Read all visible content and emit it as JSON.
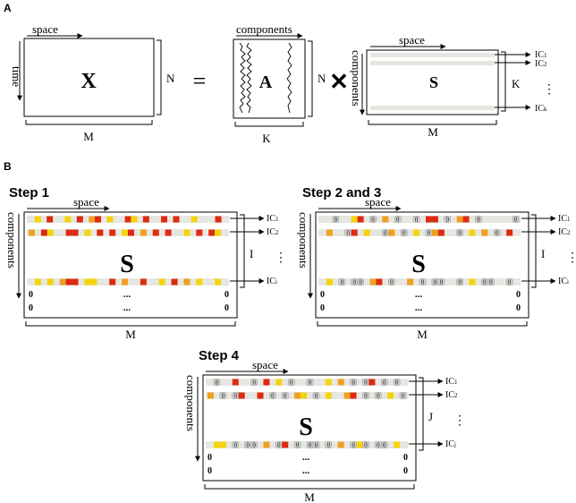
{
  "panel_a": {
    "letter": "A",
    "x_matrix": {
      "label": "X",
      "top_label": "space",
      "left_label": "time",
      "right_label": "N",
      "bottom_label": "M"
    },
    "equals": "=",
    "a_matrix": {
      "label": "A",
      "top_label": "components",
      "right_label": "N",
      "bottom_label": "K"
    },
    "times": "✕",
    "s_matrix": {
      "label": "S",
      "top_label": "space",
      "left_label": "components",
      "right_label": "K",
      "bottom_label": "M",
      "ic_labels": [
        {
          "main": "IC",
          "sub": "1"
        },
        {
          "main": "IC",
          "sub": "2"
        },
        {
          "main": "IC",
          "sub": "k"
        }
      ],
      "dots": "⋮"
    }
  },
  "panel_b": {
    "letter": "B",
    "steps": [
      {
        "title": "Step 1",
        "s_label": "S",
        "top_label": "space",
        "left_label": "components",
        "bottom_label": "M",
        "side_label": "I",
        "dots": "⋮",
        "ic_labels": [
          {
            "main": "IC",
            "sub": "1"
          },
          {
            "main": "IC",
            "sub": "2"
          },
          {
            "main": "IC",
            "sub": "i"
          }
        ],
        "zero": "0",
        "ellipsis": "..."
      },
      {
        "title": "Step 2 and 3",
        "s_label": "S",
        "top_label": "space",
        "left_label": "components",
        "bottom_label": "M",
        "side_label": "I",
        "dots": "⋮",
        "ic_labels": [
          {
            "main": "IC",
            "sub": "1"
          },
          {
            "main": "IC",
            "sub": "2"
          },
          {
            "main": "IC",
            "sub": "i"
          }
        ],
        "zero": "0",
        "ellipsis": "..."
      },
      {
        "title": "Step  4",
        "s_label": "S",
        "top_label": "space",
        "left_label": "components",
        "bottom_label": "M",
        "side_label": "J",
        "dots": "⋮",
        "ic_labels": [
          {
            "main": "IC",
            "sub": "1"
          },
          {
            "main": "IC",
            "sub": "2"
          },
          {
            "main": "IC",
            "sub": "j"
          }
        ],
        "zero": "0",
        "ellipsis": "..."
      }
    ]
  },
  "colors": {
    "red": "#dd2a10",
    "orange": "#f0a020",
    "yellow": "#f5d40c",
    "row_band": "#e7e7e2",
    "zero_cell": "#d4d4d4"
  }
}
